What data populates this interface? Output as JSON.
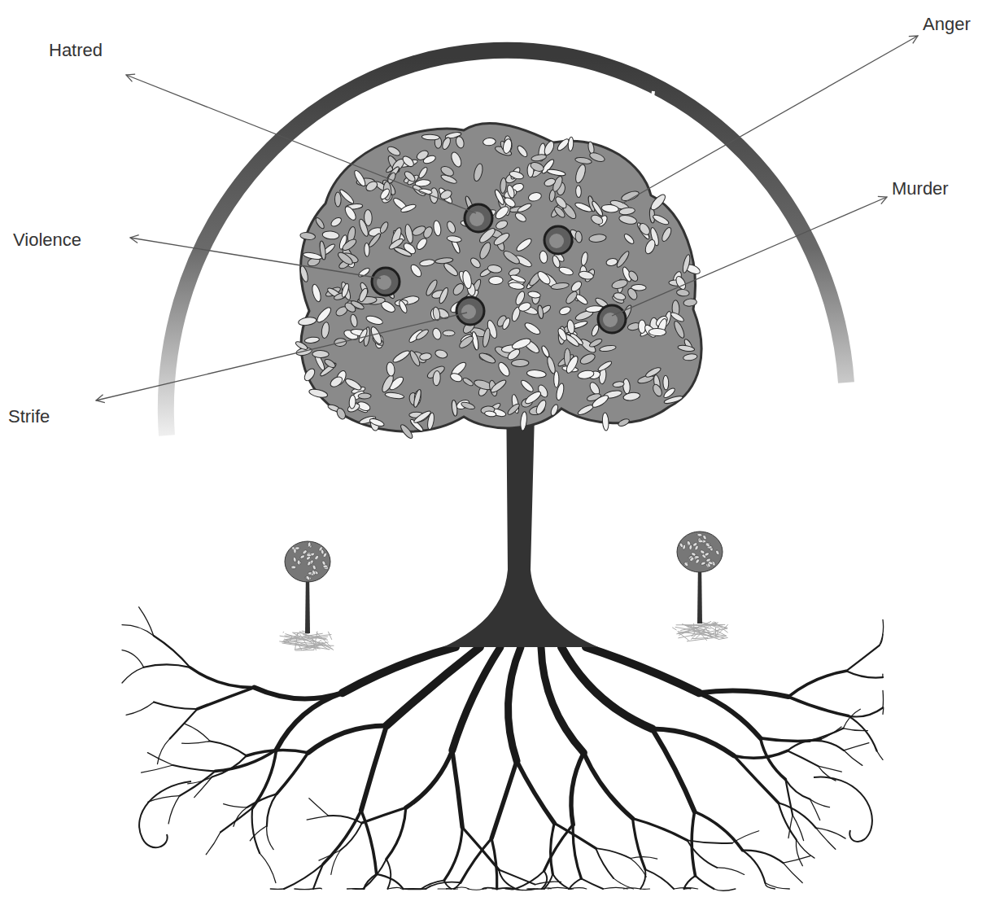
{
  "diagram": {
    "labels": [
      "Hatred",
      "Anger",
      "Violence",
      "Murder",
      "Strife"
    ]
  }
}
